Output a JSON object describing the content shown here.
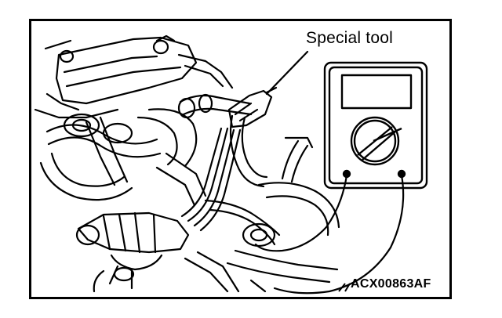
{
  "figure": {
    "callout_special_tool": "Special tool",
    "figure_code": "ACX00863AF"
  },
  "colors": {
    "ink": "#000000",
    "paper": "#ffffff"
  },
  "icons": [
    "digital-multimeter-icon",
    "engine-harness-drawing"
  ]
}
